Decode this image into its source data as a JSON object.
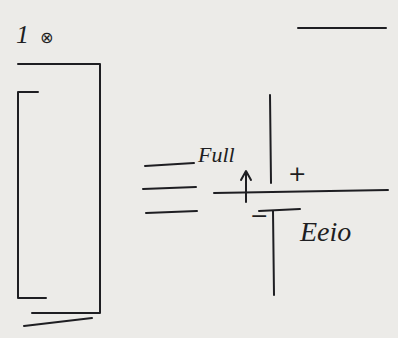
{
  "diagram": {
    "labels": [
      "1",
      "⊗",
      "Full",
      "+",
      "−",
      "Eeio"
    ]
  }
}
